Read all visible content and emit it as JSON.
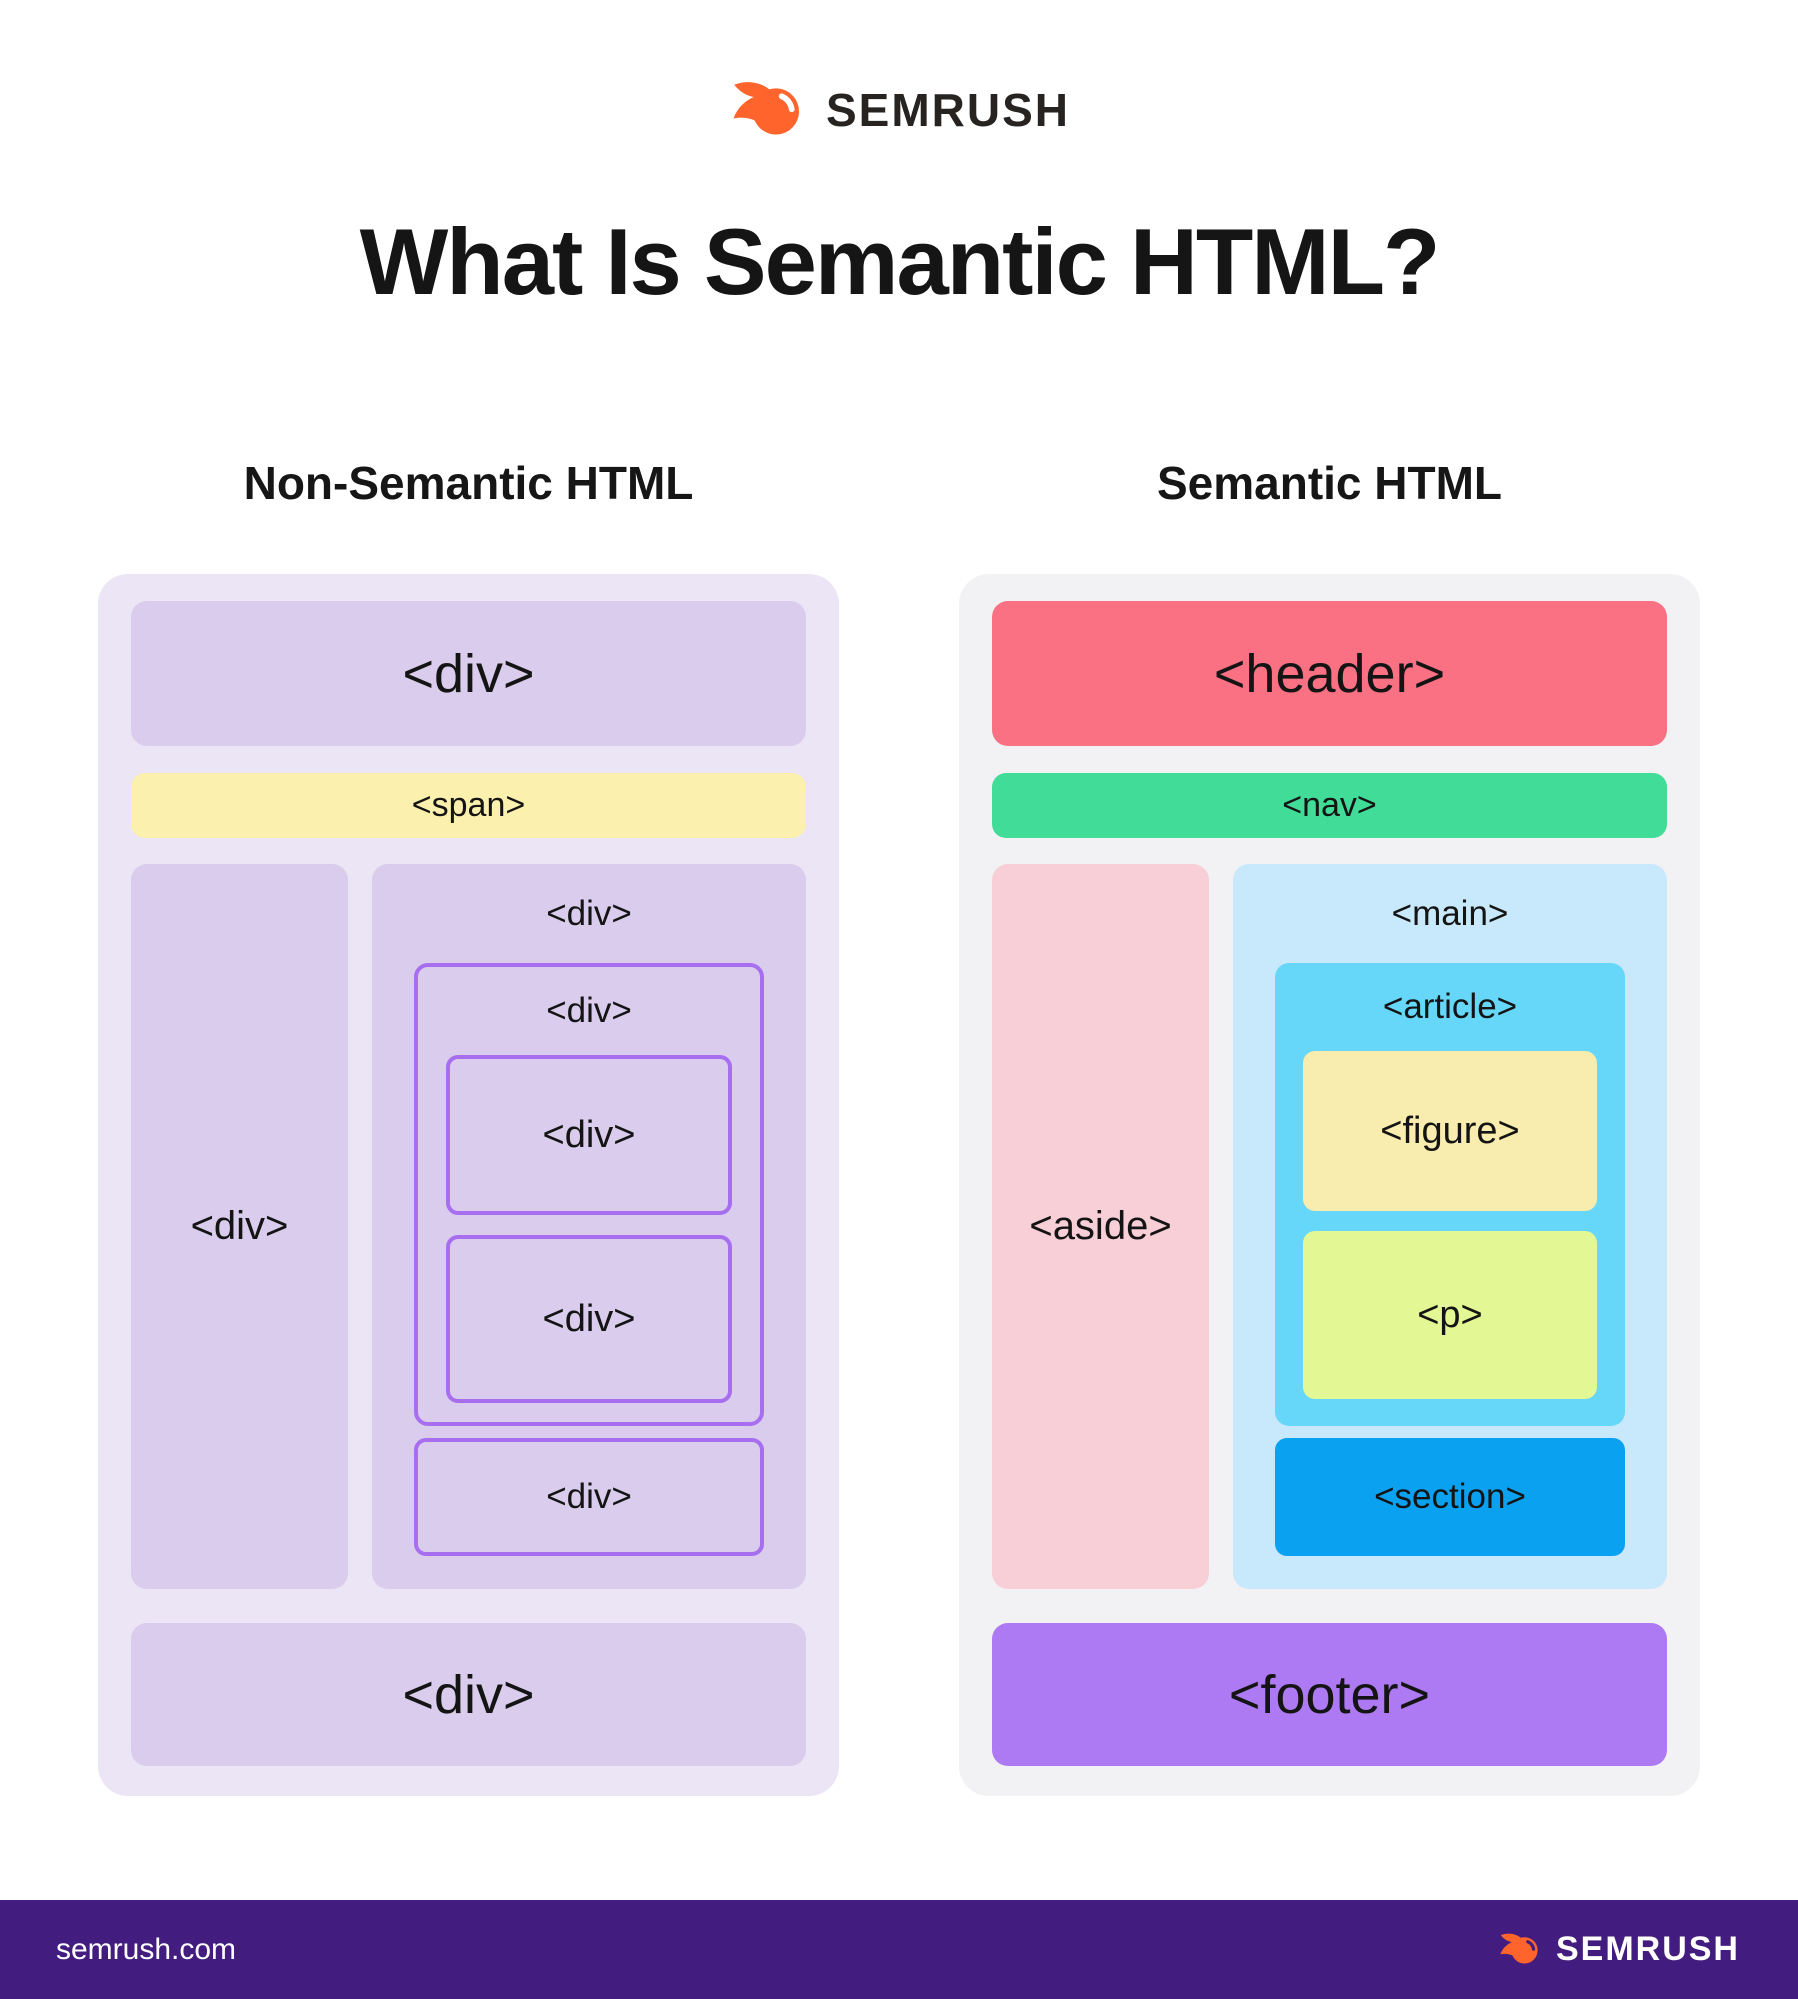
{
  "brand": {
    "name": "SEMRUSH",
    "orange": "#FF642D",
    "dark_purple": "#421C7E"
  },
  "icons": {
    "logo": "semrush-flame-icon"
  },
  "header": {
    "title": "What Is Semantic HTML?"
  },
  "left_panel": {
    "heading": "Non-Semantic HTML",
    "container_bg": "#EBE5F5",
    "box_bg": "#D9CCEC",
    "span_bg": "#FBF0AD",
    "nested_border": "#A76FF0",
    "boxes": {
      "top": "<div>",
      "strip": "<span>",
      "side": "<div>",
      "content_title": "<div>",
      "nested_title": "<div>",
      "nested_inner_1": "<div>",
      "nested_inner_2": "<div>",
      "nested_sibling": "<div>",
      "bottom": "<div>"
    }
  },
  "right_panel": {
    "heading": "Semantic HTML",
    "container_bg": "#F2F1F3",
    "colors": {
      "header": "#F97183",
      "nav": "#41DC97",
      "aside": "#F9CFD7",
      "main": "#C8E9FB",
      "article": "#67D7F9",
      "figure": "#F8ECAE",
      "p": "#E4F795",
      "section": "#0AA2F0",
      "footer": "#AD7AF3"
    },
    "boxes": {
      "header": "<header>",
      "nav": "<nav>",
      "aside": "<aside>",
      "main": "<main>",
      "article": "<article>",
      "figure": "<figure>",
      "p": "<p>",
      "section": "<section>",
      "footer": "<footer>"
    }
  },
  "footer_bar": {
    "bg": "#421C7E",
    "site": "semrush.com",
    "brand": "SEMRUSH"
  }
}
